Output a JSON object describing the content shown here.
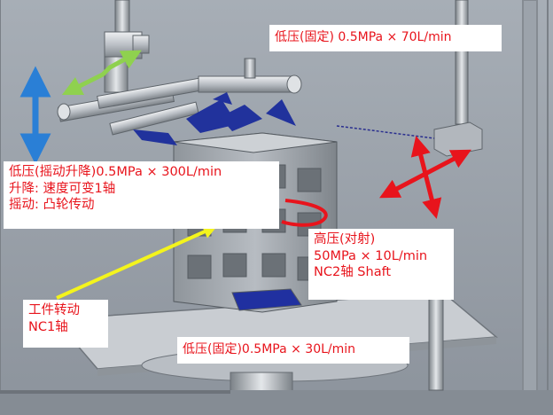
{
  "labels": {
    "top_fixed": "低压(固定) 0.5MPa × 70L/min",
    "swing_lines": [
      "低压(摇动升降)0.5MPa × 300L/min",
      "升降: 速度可变1轴",
      "摇动: 凸轮传动"
    ],
    "high_pressure_lines": [
      "高压(对射)",
      "50MPa × 10L/min",
      "NC2轴 Shaft"
    ],
    "workpiece_lines": [
      "工件转动",
      "NC1轴"
    ],
    "bottom_fixed": "低压(固定)0.5MPa × 30L/min"
  },
  "colors": {
    "label_text": "#e8141c",
    "arrow_vertical": "#2a7fd6",
    "arrow_swing": "#8fd14f",
    "arrow_cross": "#e8141c",
    "arrow_pointer": "#f4f41c",
    "nozzle_spray": "#1b2c9c"
  }
}
